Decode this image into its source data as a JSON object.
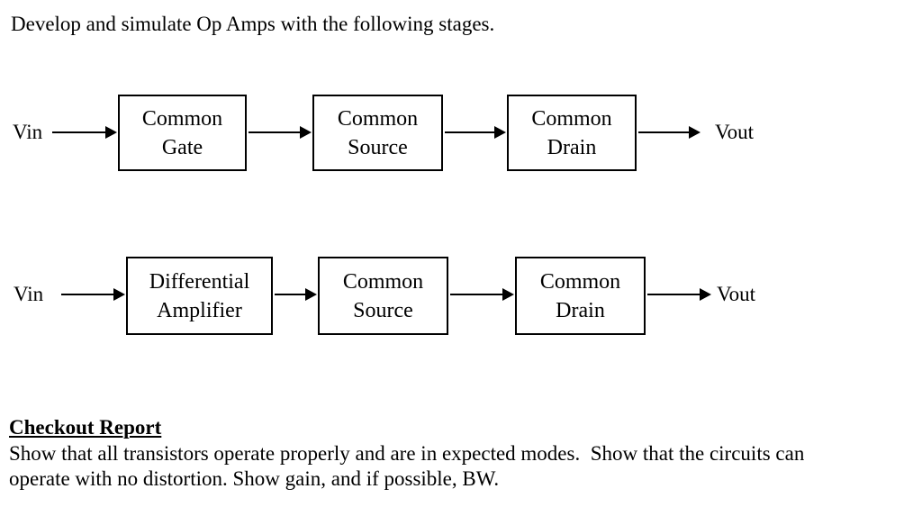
{
  "page": {
    "title": "Develop and simulate Op Amps with the following stages."
  },
  "diagrams": [
    {
      "name": "op-amp-stage-chain-1",
      "input_label": "Vin",
      "output_label": "Vout",
      "stages": [
        "Common\nGate",
        "Common\nSource",
        "Common\nDrain"
      ]
    },
    {
      "name": "op-amp-stage-chain-2",
      "input_label": "Vin",
      "output_label": "Vout",
      "stages": [
        "Differential\nAmplifier",
        "Common\nSource",
        "Common\nDrain"
      ]
    }
  ],
  "checkout_report": {
    "heading": "Checkout Report",
    "body": "Show that all transistors operate properly and are in expected modes.  Show that the circuits can\noperate with no distortion. Show gain, and if possible, BW."
  }
}
